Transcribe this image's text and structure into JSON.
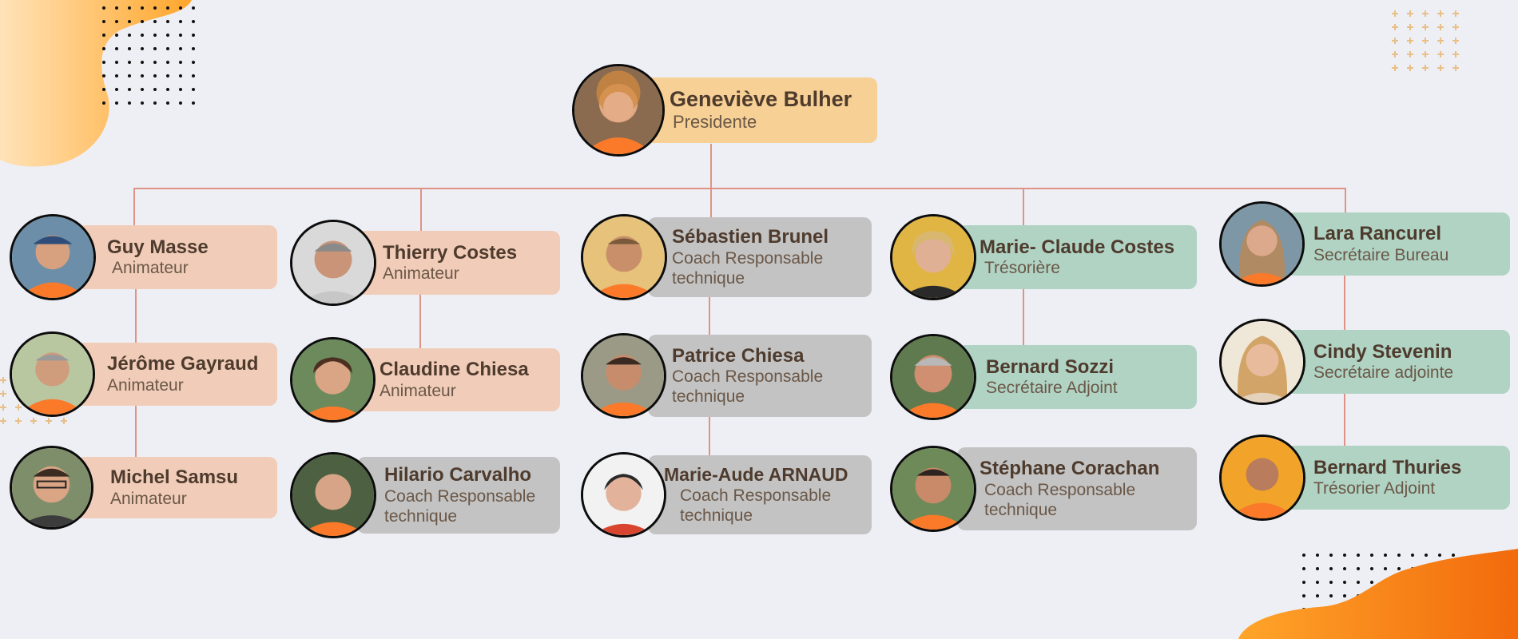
{
  "colors": {
    "background": "#eeeff4",
    "connector": "#df9387",
    "presidente": "#f6d095",
    "animateur": "#f1cdb9",
    "coach": "#c3c3c3",
    "bureau": "#b0d3c4",
    "name_text": "#4e3b2d",
    "role_text": "#6a5747"
  },
  "president": {
    "name": "Geneviève Bulher",
    "role": "Presidente"
  },
  "columns": [
    [
      {
        "name": "Guy Masse",
        "role_lines": [
          "Animateur"
        ]
      },
      {
        "name": "Jérôme Gayraud",
        "role_lines": [
          "Animateur"
        ]
      },
      {
        "name": "Michel Samsu",
        "role_lines": [
          "Animateur"
        ]
      }
    ],
    [
      {
        "name": "Thierry Costes",
        "role_lines": [
          "Animateur"
        ]
      },
      {
        "name": "Claudine Chiesa",
        "role_lines": [
          "Animateur"
        ]
      },
      {
        "name": "Hilario Carvalho",
        "role_lines": [
          "Coach Responsable",
          "technique"
        ]
      }
    ],
    [
      {
        "name": "Sébastien Brunel",
        "role_lines": [
          "Coach Responsable",
          "technique"
        ]
      },
      {
        "name": "Patrice Chiesa",
        "role_lines": [
          "Coach Responsable",
          "technique"
        ]
      },
      {
        "name": "Marie-Aude ARNAUD",
        "role_lines": [
          "Coach Responsable",
          "technique"
        ]
      }
    ],
    [
      {
        "name": "Marie- Claude Costes",
        "role_lines": [
          "Trésorière"
        ]
      },
      {
        "name": "Bernard Sozzi",
        "role_lines": [
          "Secrétaire Adjoint"
        ]
      },
      {
        "name": "Stéphane Corachan",
        "role_lines": [
          "Coach Responsable",
          "technique"
        ]
      }
    ],
    [
      {
        "name": "Lara Rancurel",
        "role_lines": [
          "Secrétaire Bureau"
        ]
      },
      {
        "name": "Cindy Stevenin",
        "role_lines": [
          "Secrétaire adjointe"
        ]
      },
      {
        "name": "Bernard Thuries",
        "role_lines": [
          "Trésorier Adjoint"
        ]
      }
    ]
  ]
}
